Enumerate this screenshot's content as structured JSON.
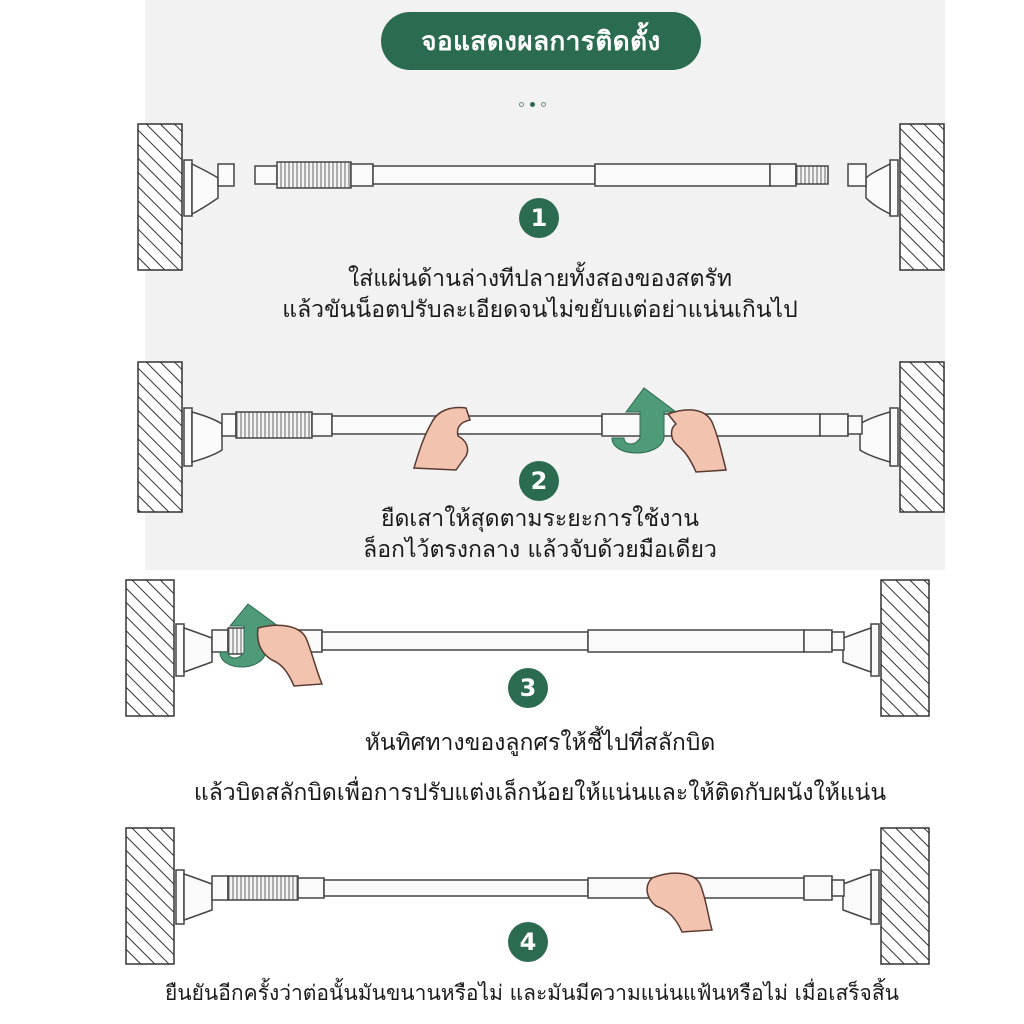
{
  "header": {
    "title": "จอแสดงผลการติดตั้ง"
  },
  "carousel": {
    "dots": 3,
    "active": 1
  },
  "steps": [
    {
      "number": "1",
      "line1": "ใส่แผ่นด้านล่างทีปลายทั้งสองของสตรัท",
      "line2": "แล้วขันน็อตปรับละเอียดจนไม่ขยับแต่อย่าแน่นเกินไป"
    },
    {
      "number": "2",
      "line1": "ยืดเสาให้สุดตามระยะการใช้งาน",
      "line2": "ล็อกไว้ตรงกลาง แล้วจับด้วยมือเดียว"
    },
    {
      "number": "3",
      "line1": "หันทิศทางของลูกศรให้ชี้ไปที่สลักบิด",
      "line2": "แล้วบิดสลักบิดเพื่อการปรับแต่งเล็กน้อยให้แน่นและให้ติดกับผนังให้แน่น"
    },
    {
      "number": "4",
      "line1": "ยืนยันอีกครั้งว่าต่อนั้นมันขนานหรือไม่ และมันมีความแน่นแฟ้นหรือไม่ เมื่อเสร็จสิ้น"
    }
  ],
  "colors": {
    "accent": "#2b6b4f",
    "arrow": "#4f9a79",
    "skin": "#f2c4b0"
  }
}
